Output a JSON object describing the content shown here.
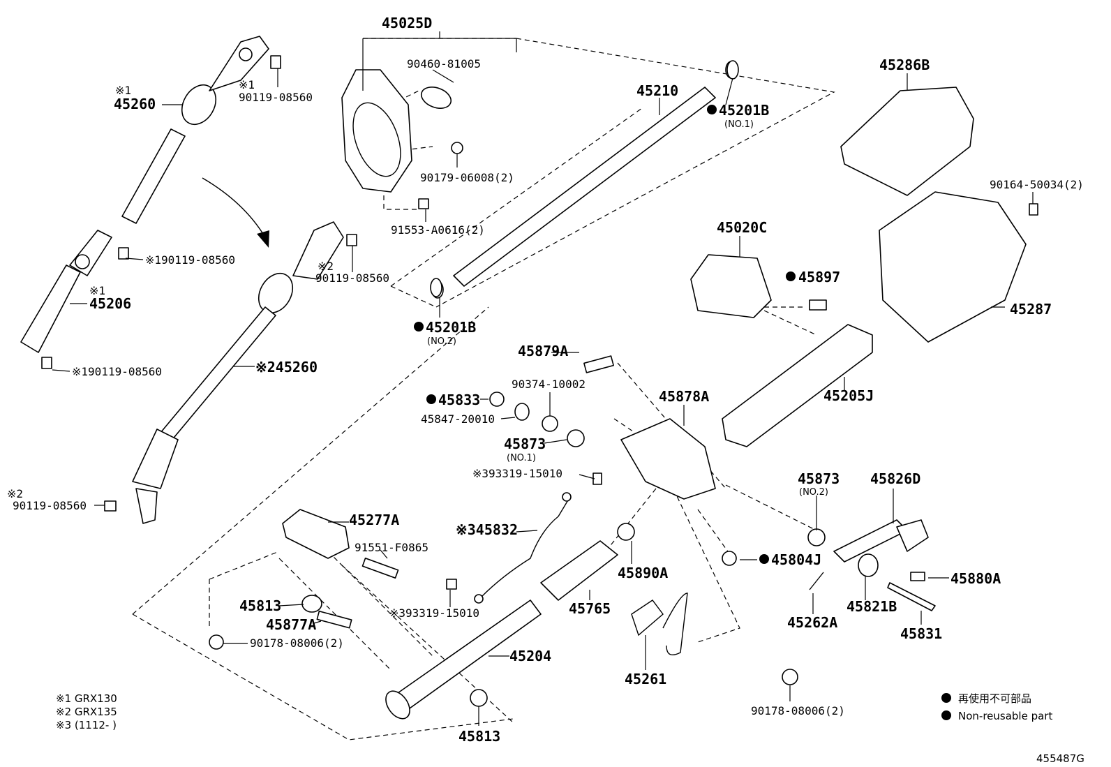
{
  "diagram": {
    "labels": {
      "p45025D": "45025D",
      "p90460_81005": "90460-81005",
      "p90179_06008": "90179-06008(2)",
      "p91553": "91553-A0616(2)",
      "p45210": "45210",
      "p45201B_1": "45201B",
      "no1": "(NO.1)",
      "p45201B_2": "45201B",
      "no2": "(NO.2)",
      "p45286B": "45286B",
      "p90164": "90164-50034(2)",
      "p45287": "45287",
      "p45020C": "45020C",
      "p45897": "45897",
      "p45205J": "45205J",
      "m1a": "※1",
      "p45260_top": "45260",
      "m1b": "※1",
      "p90119_a": "90119-08560",
      "p90119_b": "※190119-08560",
      "m1c": "※1",
      "p45206": "45206",
      "p90119_c": "※190119-08560",
      "m2a": "※2",
      "p90119_d": "90119-08560",
      "p45260_mid": "※245260",
      "m2b": "※2",
      "p90119_e": "90119-08560",
      "p45879A": "45879A",
      "p45833": "45833",
      "p90374": "90374-10002",
      "p45847": "45847-20010",
      "p45873_1": "45873",
      "no1b": "(NO.1)",
      "p93319_a": "※393319-15010",
      "p45878A": "45878A",
      "p45873_2": "45873",
      "no2b": "(NO.2)",
      "p45826D": "45826D",
      "p45277A": "45277A",
      "p91551": "91551-F0865",
      "p45832": "※345832",
      "p45890A": "45890A",
      "p45804J": "45804J",
      "p45880A": "45880A",
      "p45813_a": "45813",
      "p45877A": "45877A",
      "p93319_b": "※393319-15010",
      "p45765": "45765",
      "p45262A": "45262A",
      "p45821B": "45821B",
      "p45831": "45831",
      "p90178_a": "90178-08006(2)",
      "p45204": "45204",
      "p45261": "45261",
      "p90178_b": "90178-08006(2)",
      "p45813_b": "45813"
    },
    "notes": {
      "n1": "※1 GRX130",
      "n2": "※2 GRX135",
      "n3": "※3 (1112-      )"
    },
    "legend": {
      "jp": "再使用不可部品",
      "en": "Non-reusable part"
    },
    "figure_id": "455487G"
  }
}
